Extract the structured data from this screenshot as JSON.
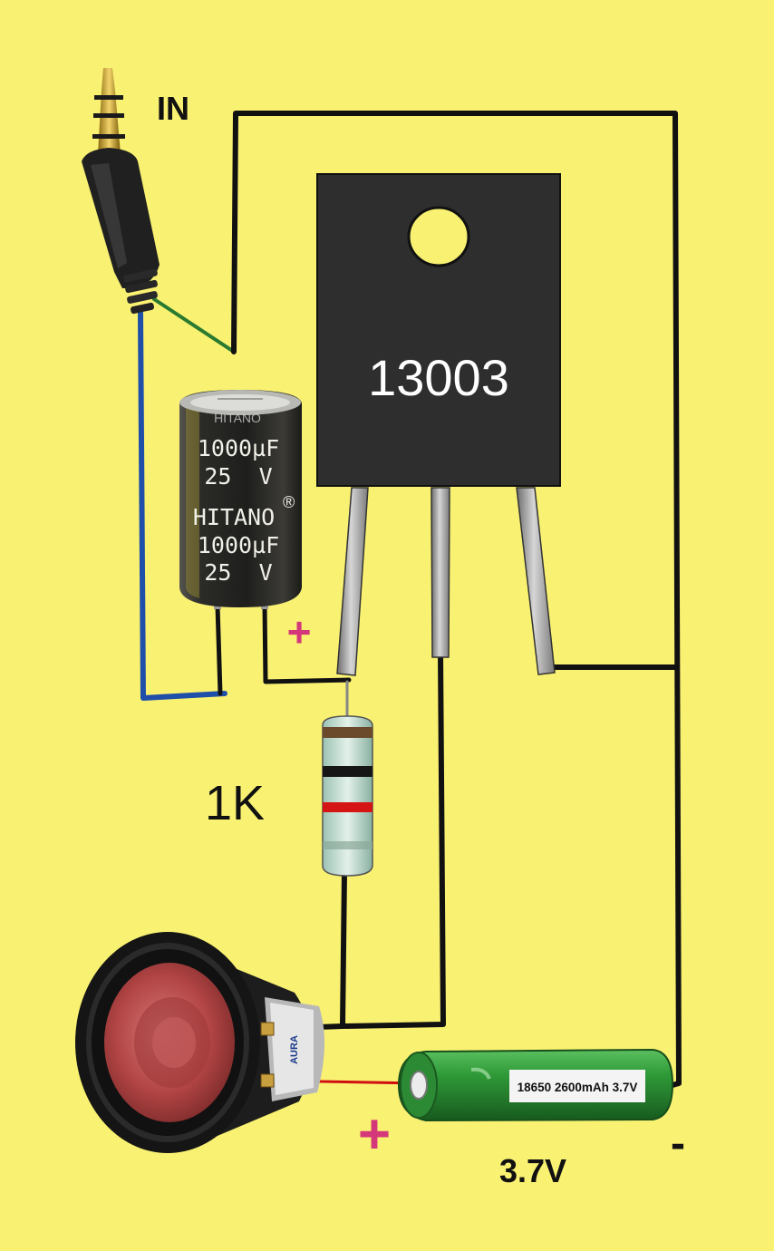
{
  "labels": {
    "input": "IN",
    "resistor_value": "1K",
    "battery_voltage": "3.7V",
    "plus_capacitor": "+",
    "plus_battery": "+",
    "minus_battery": "-"
  },
  "transistor": {
    "part_number": "13003"
  },
  "capacitor": {
    "value_line": "1000µF",
    "voltage_line": "25  V",
    "brand": "HITANO",
    "brand_top": "HITANO",
    "reg_mark": "®"
  },
  "battery": {
    "label": "18650 2600mAh 3.7V"
  },
  "speaker": {
    "brand": "AURA"
  },
  "colors": {
    "background": "#f9f172",
    "wire": "#111111",
    "wire_input_shield": "#1f4fa8",
    "wire_input_signal": "#2a7a30",
    "wire_battery_positive": "#d01010",
    "plus_sign": "#d4387a",
    "transistor_body": "#2e2e2e",
    "capacitor_body": "#2a2a28",
    "battery_body": "#2f8a36",
    "speaker_cone": "#b84848"
  }
}
